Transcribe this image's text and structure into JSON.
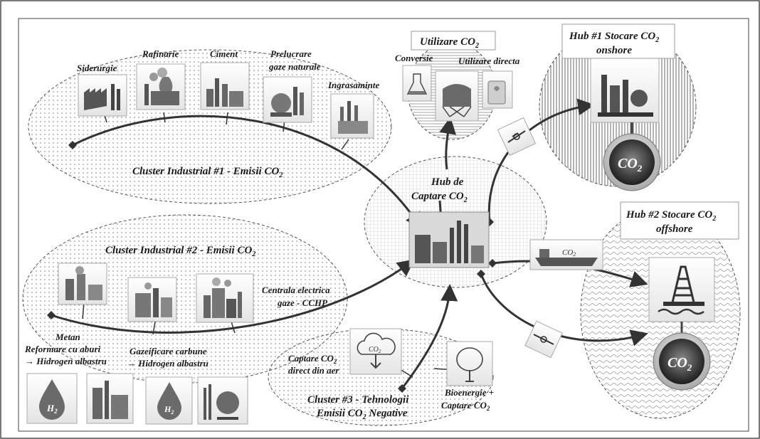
{
  "clusters": {
    "industrial1": {
      "title": "Cluster Industrial #1 - Emisii CO",
      "title_sub": "2",
      "sources": [
        "Siderurgie",
        "Rafinarie",
        "Ciment",
        "Prelucrare",
        "gaze naturale",
        "Ingrasaminte"
      ]
    },
    "industrial2": {
      "title": "Cluster Industrial #2 - Emisii CO",
      "title_sub": "2",
      "power_line1": "Centrala electrica",
      "power_line2": "gaze - CCHP",
      "metan_line1": "Metan",
      "metan_line2": "Reformare cu aburi",
      "metan_line3": "→ Hidrogen albastru",
      "gaz_line1": "Gazeificare carbune",
      "gaz_line2": "→ Hidrogen albastru"
    },
    "negative": {
      "title_line1": "Cluster #3 - Tehnologii",
      "title_line2a": "Emisii CO",
      "title_line2sub": "2",
      "title_line2b": " Negative",
      "dac_line1a": "Captare CO",
      "dac_line1sub": "2",
      "dac_line2": "direct din aer",
      "bio_line1": "Bioenergie +",
      "bio_line2a": "Captare CO",
      "bio_line2sub": "2"
    }
  },
  "hub_capture": {
    "line1": "Hub de",
    "line2a": "Captare CO",
    "line2sub": "2"
  },
  "utilization": {
    "title_a": "Utilizare CO",
    "title_sub": "2",
    "conversion": "Conversie",
    "direct": "Utilizare directa"
  },
  "storage1": {
    "title_a": "Hub #1 Stocare CO",
    "title_sub": "2",
    "title_line2": "onshore",
    "badge_a": "CO",
    "badge_sub": "2"
  },
  "storage2": {
    "title_a": "Hub #2 Stocare CO",
    "title_sub": "2",
    "title_line2": "offshore",
    "badge_a": "CO",
    "badge_sub": "2"
  },
  "ship": {
    "label_a": "CO",
    "label_sub": "2"
  },
  "hydrogen_icon_a": "H",
  "hydrogen_icon_sub": "2",
  "icons": [
    "steel-plant-icon",
    "refinery-icon",
    "cement-plant-icon",
    "gas-processing-icon",
    "fertilizer-plant-icon",
    "power-plant-icon",
    "hydrogen-drop-icon",
    "gasification-plant-icon",
    "tank-icon",
    "pipeline-valve-icon",
    "ship-icon",
    "offshore-platform-icon",
    "tree-icon",
    "cloud-download-icon",
    "flask-icon",
    "gas-can-icon",
    "capture-plant-icon"
  ]
}
